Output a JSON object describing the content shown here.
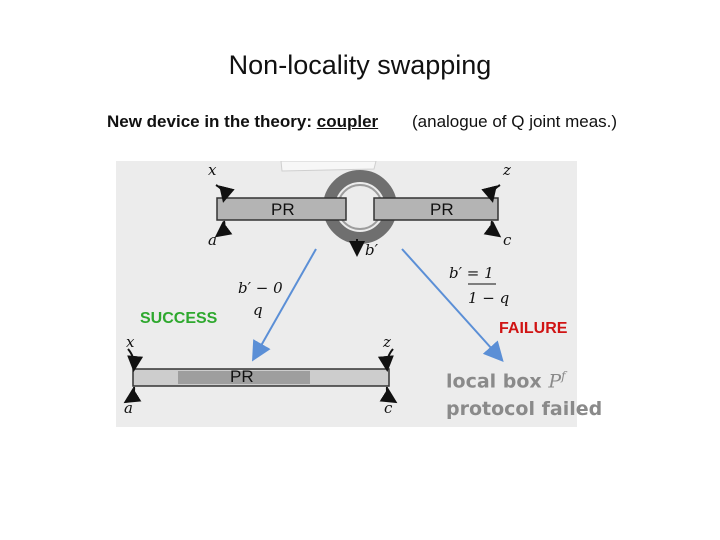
{
  "title": "Non-locality swapping",
  "subtitle": {
    "prefix": "New device in the theory: ",
    "coupler": "coupler",
    "analogue": "(analogue of Q joint meas.)"
  },
  "diagram": {
    "top_box_left": "PR",
    "top_box_right": "PR",
    "bottom_box": "PR",
    "x_top": "x",
    "z_top": "z",
    "a_top": "a",
    "c_top": "c",
    "b_prime": "b′",
    "cond_success": "b′ − 0",
    "prob_success": "q",
    "cond_failure": "b′ = 1",
    "prob_failure": "1 − q",
    "success_label": "SUCCESS",
    "failure_label": "FAILURE",
    "x_bottom": "x",
    "z_bottom": "z",
    "a_bottom": "a",
    "c_bottom": "c",
    "local_box_line1": "local box ",
    "local_box_symbol": "P",
    "local_box_sup": "f",
    "local_box_line2": "protocol failed",
    "colors": {
      "success": "#2ea82e",
      "failure": "#d01414",
      "arrow": "#5b8fd6",
      "box_fill": "#b4b4b4",
      "box_inner": "#9a9a9a",
      "coupler_ring": "#6f6f6f"
    }
  }
}
